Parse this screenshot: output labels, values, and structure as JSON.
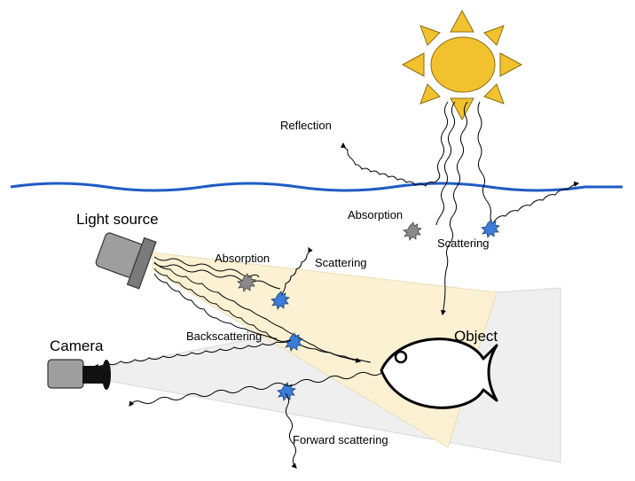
{
  "labels": {
    "reflection": "Reflection",
    "absorption_water": "Absorption",
    "scattering_water": "Scattering",
    "light_source": "Light source",
    "absorption_beam": "Absorption",
    "scattering_beam": "Scattering",
    "backscattering": "Backscattering",
    "camera": "Camera",
    "object": "Object",
    "forward_scattering": "Forward scattering"
  },
  "colors": {
    "sun": "#F2C12E",
    "sun_stroke": "#8a6d10",
    "water_line": "#1f5bc4",
    "beam": "#fdf1d2",
    "camera_view": "#efefef",
    "particle_blue": "#3b7ddb",
    "particle_gray": "#8a8a8a",
    "device_gray": "#9e9e9e"
  },
  "icons": {
    "sun": "sun-icon",
    "light_source": "lamp-icon",
    "camera": "camera-icon",
    "object": "fish-icon",
    "particle": "particle-icon"
  }
}
